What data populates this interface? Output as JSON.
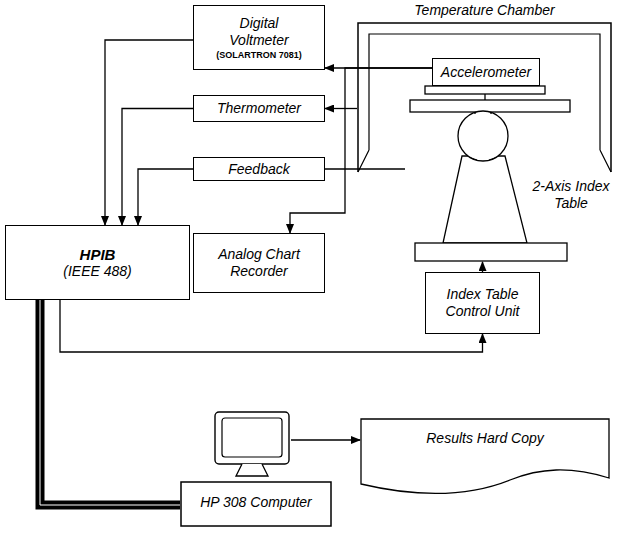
{
  "diagram": {
    "nodes": [
      {
        "text": [
          "Temperature Chamber"
        ]
      },
      {
        "text": [
          "Accelerometer"
        ],
        "in": 0
      },
      {
        "text": [
          "Digital Voltmeter",
          "(SOLARTRON 7081)"
        ]
      },
      {
        "text": [
          "Thermometer"
        ]
      },
      {
        "text": [
          "Feedback"
        ]
      },
      {
        "text": [
          "HPIB",
          "(IEEE 488)"
        ]
      },
      {
        "text": [
          "Analog Chart Recorder"
        ]
      },
      {
        "text": [
          "Index Table Control Unit"
        ]
      },
      {
        "text": [
          "HP 308 Computer"
        ]
      },
      {
        "text": [
          "Results Hard Copy"
        ]
      },
      {
        "text": [
          "2-Axis Index Table"
        ]
      }
    ],
    "edges": [
      {
        "from": 1,
        "to": 2,
        "arrow": "to"
      },
      {
        "from": 0,
        "to": 3,
        "arrow": "to"
      },
      {
        "from": 1,
        "to": 6,
        "arrow": "to"
      },
      {
        "from": 2,
        "to": 5,
        "arrow": "to"
      },
      {
        "from": 3,
        "to": 5,
        "arrow": "to"
      },
      {
        "from": 4,
        "to": 5,
        "arrow": "to"
      },
      {
        "from": 10,
        "to": 4,
        "arrow": "none"
      },
      {
        "from": 5,
        "to": 7,
        "arrow": "to"
      },
      {
        "from": 7,
        "to": 10,
        "arrow": "to"
      },
      {
        "from": 5,
        "to": 8,
        "arrow": "none"
      },
      {
        "from": 8,
        "to": 9,
        "arrow": "to"
      }
    ]
  }
}
